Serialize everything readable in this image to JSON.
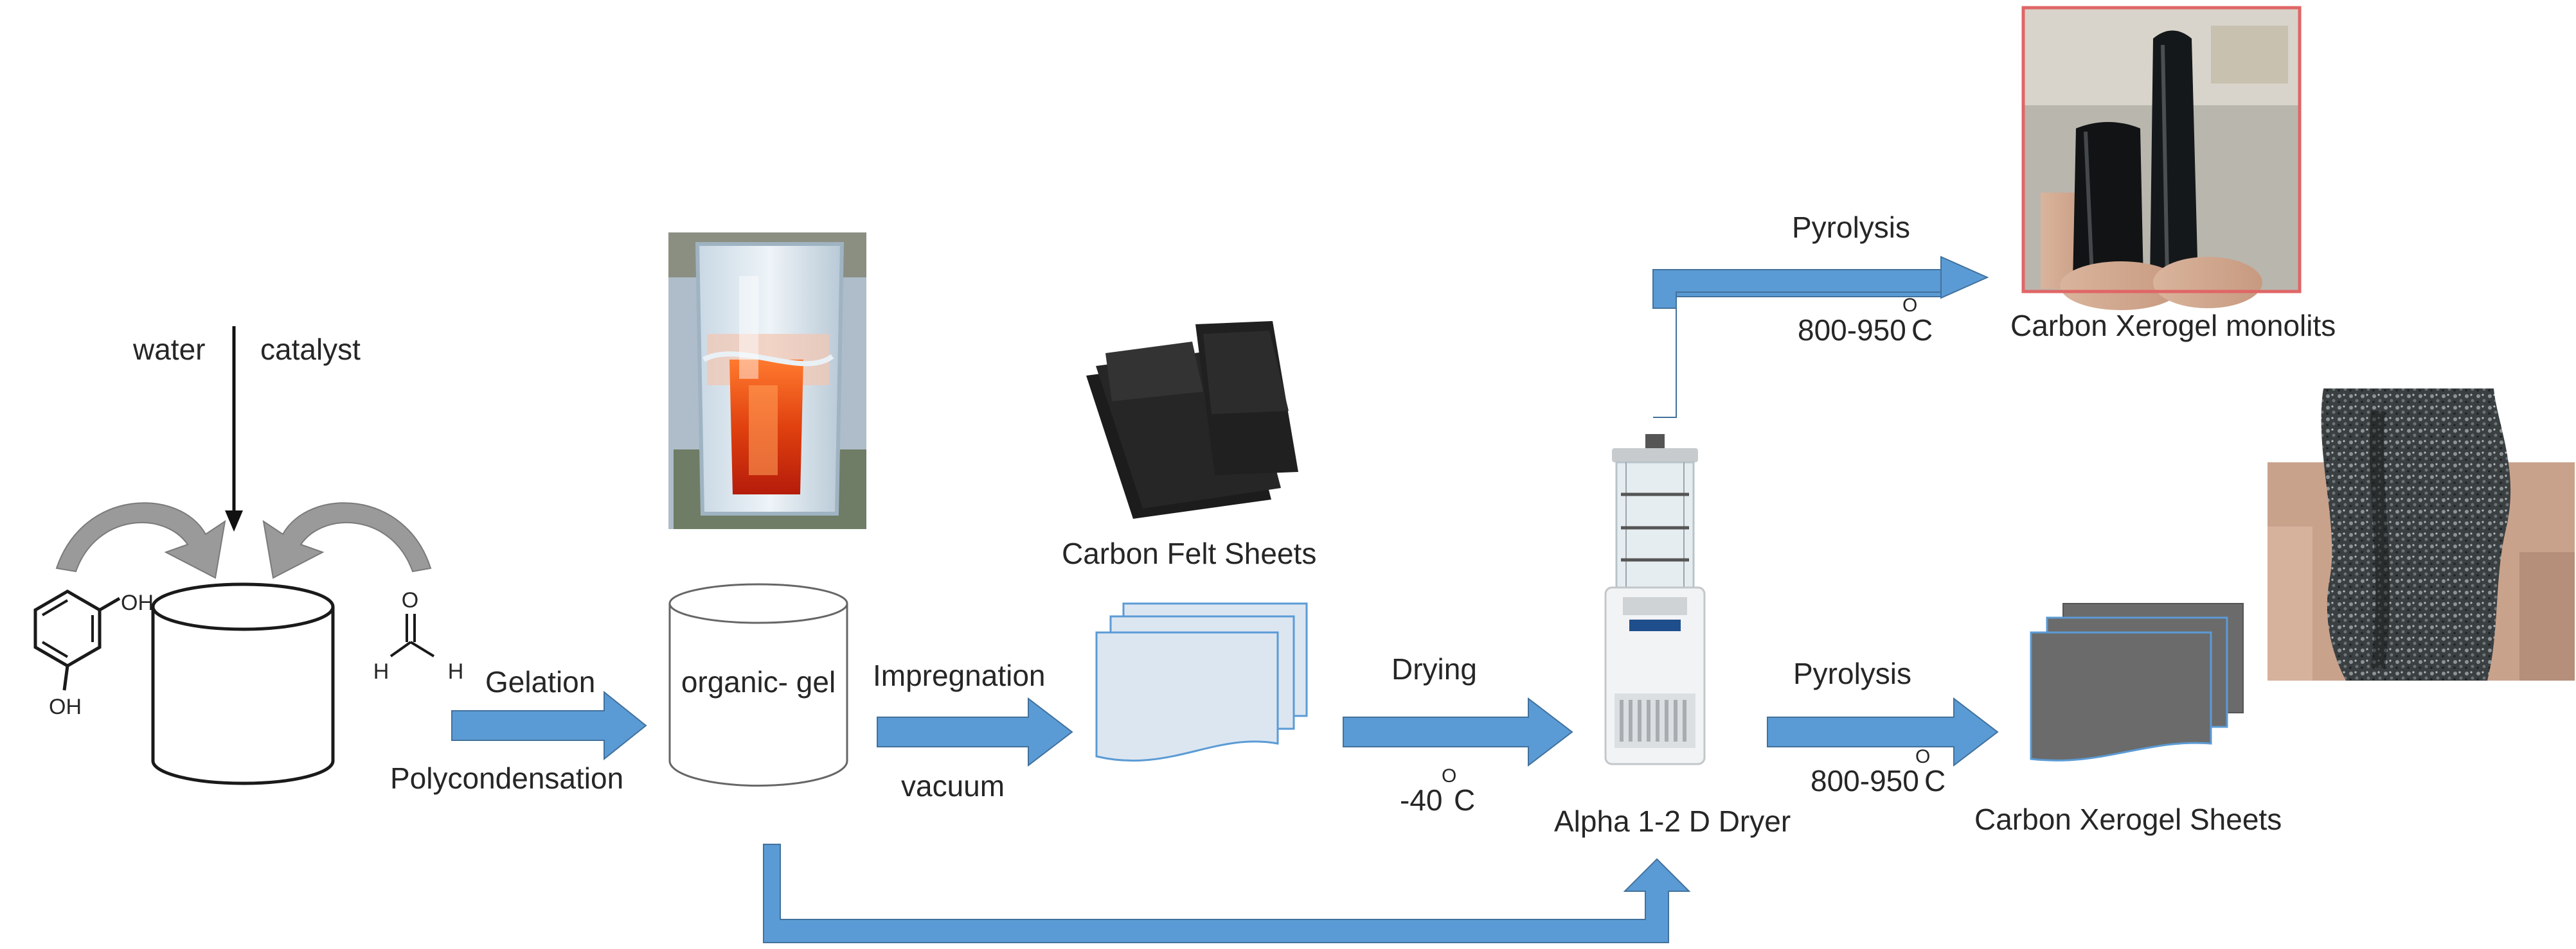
{
  "labels": {
    "water": "water",
    "catalyst": "catalyst",
    "oh_top": "OH",
    "oh_bottom": "OH",
    "atom_o": "O",
    "atom_h_left": "H",
    "atom_h_right": "H",
    "gelation": "Gelation",
    "polycondensation": "Polycondensation",
    "organic_gel": "organic- gel",
    "impregnation": "Impregnation",
    "vacuum": "vacuum",
    "carbon_felt_sheets": "Carbon Felt Sheets",
    "drying": "Drying",
    "drying_temp": "-40",
    "degree_o_drying": "O",
    "drying_temp_unit": "C",
    "dryer_name": "Alpha 1-2 D Dryer",
    "pyrolysis_top": "Pyrolysis",
    "pyrolysis_top_temp": "800-950",
    "degree_o_top": "O",
    "pyrolysis_top_unit": "C",
    "monoliths": "Carbon Xerogel monolits",
    "pyrolysis_bottom": "Pyrolysis",
    "pyrolysis_bottom_temp": "800-950",
    "degree_o_bottom": "O",
    "pyrolysis_bottom_unit": "C",
    "xerogel_sheets": "Carbon Xerogel Sheets"
  },
  "colors": {
    "arrow_fill": "#5b9bd5",
    "outline": "#1a1a1a",
    "felt_fill": "#dce6f1",
    "xerogel_sheet_fill": "#6b6b6b",
    "photo_frame": "#e06666"
  }
}
